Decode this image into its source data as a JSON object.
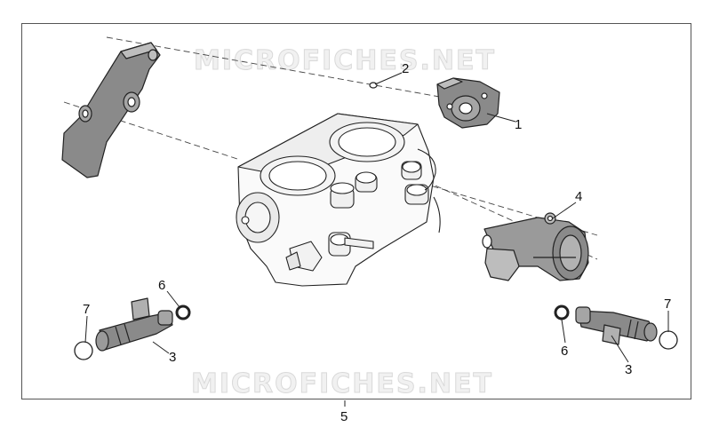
{
  "watermark": {
    "top": "MICROFICHES.NET",
    "bottom": "MICROFICHES.NET"
  },
  "callouts": {
    "c1": "1",
    "c2": "2",
    "c3a": "3",
    "c3b": "3",
    "c4": "4",
    "c5": "5",
    "c6a": "6",
    "c6b": "6",
    "c7a": "7",
    "c7b": "7"
  },
  "colors": {
    "line": "#222222",
    "part_gray": "#8a8a8a",
    "part_light": "#d4d4d4",
    "frame": "#555555"
  }
}
